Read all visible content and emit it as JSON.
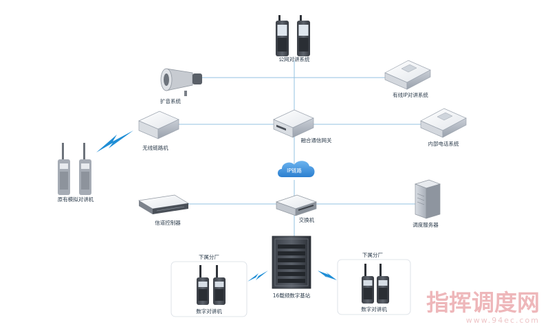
{
  "labels": {
    "public_network_intercom": "公网对讲系统",
    "pa_system": "扩音系统",
    "wired_ip_intercom": "有线IP对讲系统",
    "wireless_link": "无线链路机",
    "fusion_gateway": "融合通信网关",
    "internal_phone": "内部电话系统",
    "analog_radios": "原有模拟对讲机",
    "ip_link": "IP链路",
    "channel_controller": "信道控制器",
    "switch": "交换机",
    "dispatch_server": "调度服务器",
    "sub_factory_left": "下属分厂",
    "sub_factory_right": "下属分厂",
    "digital_radio_left": "数字对讲机",
    "digital_radio_right": "数字对讲机",
    "base_station": "16载频数字基站"
  },
  "watermark": {
    "title": "指挥调度网",
    "url": "www.94ec.com"
  },
  "colors": {
    "line": "#93c0e0",
    "cloud": "#3f8fd9",
    "bolt": "#1f8ed6",
    "watermark": "#e9a0a4"
  }
}
